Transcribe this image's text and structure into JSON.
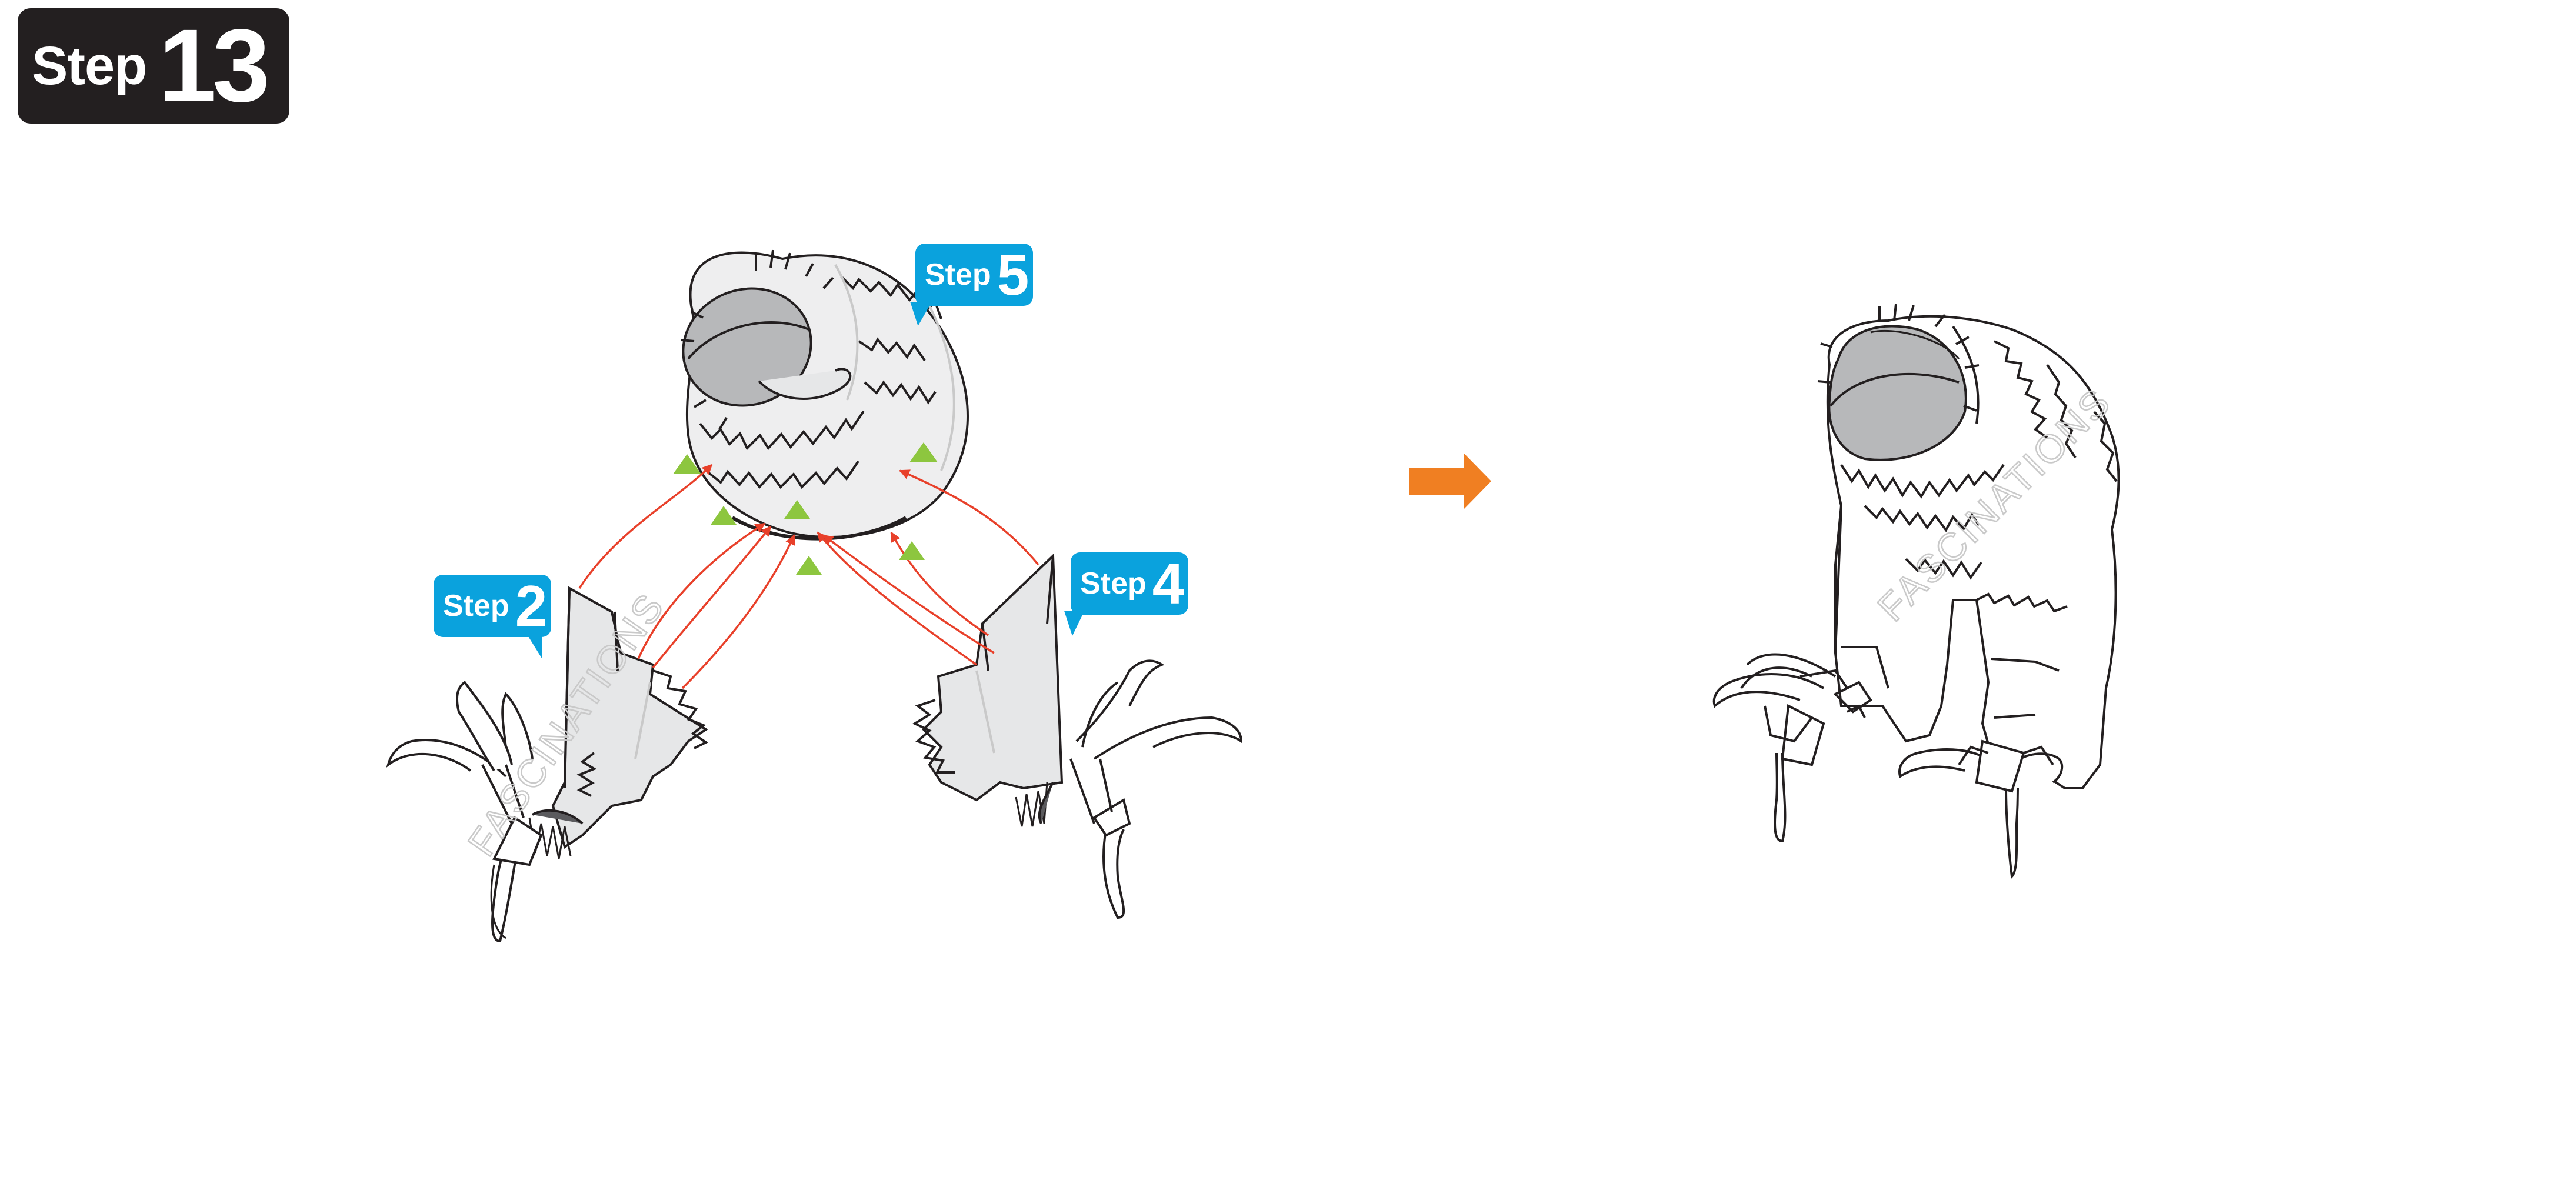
{
  "header": {
    "step_word": "Step",
    "step_number": "13"
  },
  "callouts": [
    {
      "id": "step-5",
      "word": "Step",
      "number": "5"
    },
    {
      "id": "step-2",
      "word": "Step",
      "number": "2"
    },
    {
      "id": "step-4",
      "word": "Step",
      "number": "4"
    }
  ],
  "watermark": "FASCINATIONS",
  "colors": {
    "badge": "#231f20",
    "callout": "#0aa2dd",
    "arrow": "#f07f22",
    "connector": "#e8402a",
    "marker": "#8dc63f",
    "line": "#231f20",
    "fill_gray": "#b7b8ba",
    "fill_light": "#e6e7e8"
  }
}
